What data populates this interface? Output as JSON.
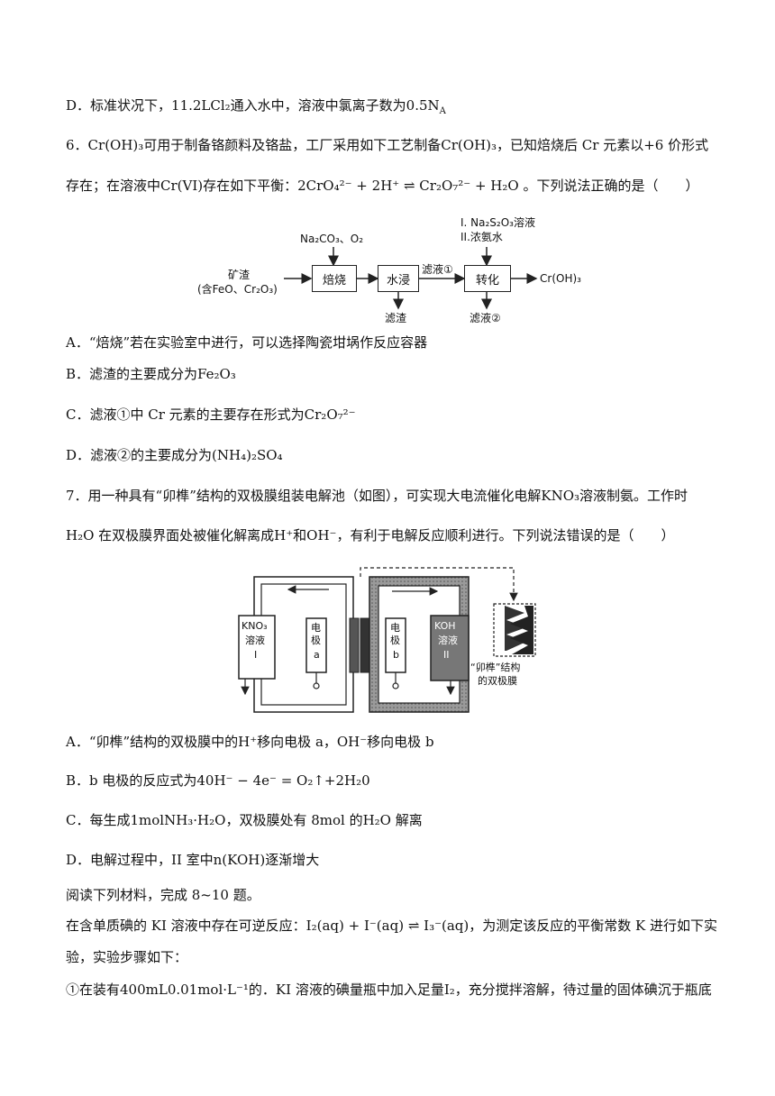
{
  "q5d": "D．标准状况下，11.2LCl₂通入水中，溶液中氯离子数为0.5N",
  "q5d_sub": "A",
  "q6_l1": "6．Cr(OH)₃可用于制备铬颜料及铬盐，工厂采用如下工艺制备Cr(OH)₃，已知焙烧后 Cr 元素以+6 价形式",
  "q6_l2": "存在；在溶液中Cr(VI)存在如下平衡：2CrO₄²⁻ + 2H⁺ ⇌ Cr₂O₇²⁻ + H₂O 。下列说法正确的是（　　）",
  "flow": {
    "feed_label": "矿渣",
    "feed_sub": "(含FeO、Cr₂O₃)",
    "top_reagent": "Na₂CO₃、O₂",
    "box1": "焙烧",
    "box2": "水浸",
    "filtrate1": "滤液①",
    "box3": "转化",
    "product": "Cr(OH)₃",
    "reagent_i": "I. Na₂S₂O₃溶液",
    "reagent_ii": "II.浓氨水",
    "residue": "滤渣",
    "filtrate2": "滤液②"
  },
  "q6_opts": [
    "A．“焙烧”若在实验室中进行，可以选择陶瓷坩埚作反应容器",
    "B．滤渣的主要成分为Fe₂O₃",
    "C．滤液①中 Cr 元素的主要存在形式为Cr₂O₇²⁻",
    "D．滤液②的主要成分为(NH₄)₂SO₄"
  ],
  "q7_l1": "7．用一种具有“卯榫”结构的双极膜组装电解池（如图），可实现大电流催化电解KNO₃溶液制氨。工作时",
  "q7_l2": "H₂O 在双极膜界面处被催化解离成H⁺和OH⁻，有利于电解反应顺利进行。下列说法错误的是（　　）",
  "cell": {
    "left_sol_1": "KNO₃",
    "left_sol_2": "溶液",
    "left_sol_3": "I",
    "elec_a_1": "电",
    "elec_a_2": "极",
    "elec_a_3": "a",
    "elec_b_1": "电",
    "elec_b_2": "极",
    "elec_b_3": "b",
    "right_sol_1": "KOH",
    "right_sol_2": "溶液",
    "right_sol_3": "II",
    "membrane_1": "“卯榫”结构",
    "membrane_2": "的双极膜"
  },
  "q7_opts": [
    "A．“卯榫”结构的双极膜中的H⁺移向电极 a，OH⁻移向电极 b",
    "B．b 电极的反应式为40H⁻ − 4e⁻ = O₂↑+2H₂0",
    "C．每生成1molNH₃·H₂O，双极膜处有 8mol 的H₂O 解离",
    "D．电解过程中，II 室中n(KOH)逐渐增大"
  ],
  "read": "阅读下列材料，完成 8~10 题。",
  "mat_l1": "在含单质碘的 KI 溶液中存在可逆反应：I₂(aq) + I⁻(aq) ⇌ I₃⁻(aq)，为测定该反应的平衡常数 K 进行如下实",
  "mat_l2": "验，实验步骤如下：",
  "mat_l3": "①在装有400mL0.01mol·L⁻¹的．KI 溶液的碘量瓶中加入足量I₂，充分搅拌溶解，待过量的固体碘沉于瓶底"
}
